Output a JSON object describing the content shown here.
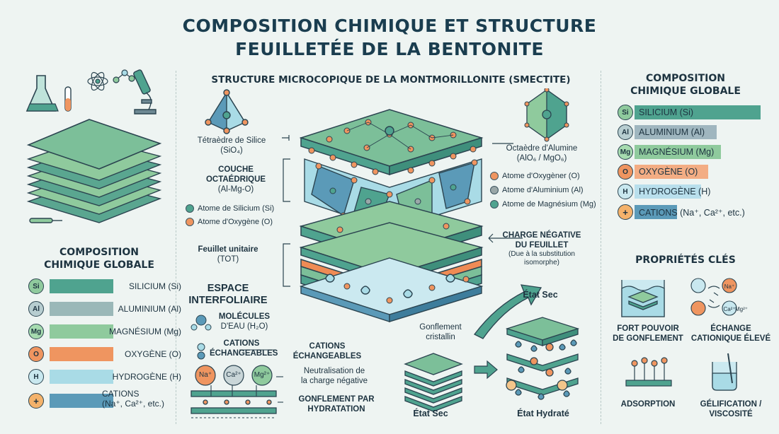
{
  "title_line1": "COMPOSITION CHIMIQUE ET STRUCTURE",
  "title_line2": "FEUILLETÉE DE LA BENTONITE",
  "center": {
    "heading": "STRUCTURE MICROCOPIQUE DE LA MONTMORILLONITE (SMECTITE)",
    "tetra_label": "Tétraèdre de Silice",
    "tetra_formula": "(SiO₄)",
    "octa_layer_1": "COUCHE",
    "octa_layer_2": "OCTAÉDRIQUE",
    "octa_layer_3": "(Al-Mg-O)",
    "leg_si": "Atome de Silicium (Si)",
    "leg_o": "Atome d'Oxygène (O)",
    "unit_1": "Feuillet unitaire",
    "unit_2": "(TOT)",
    "espace_1": "ESPACE",
    "espace_2": "INTERFOLIAIRE",
    "water_1": "MOLÉCULES",
    "water_2": "D'EAU (H₂O)",
    "cations_1": "CATIONS",
    "cations_2": "ÉCHANGEABLES",
    "cations_r1": "CATIONS",
    "cations_r2": "ÉCHANGEABLES",
    "neutral_1": "Neutralisation de",
    "neutral_2": "la charge négative",
    "gonf_1": "GONFLEMENT PAR",
    "gonf_2": "HYDRATATION",
    "ion_na": "Na⁺",
    "ion_ca": "Ca²⁺",
    "ion_mg": "Mg²⁺",
    "octa_title": "Octaèdre d'Alumine",
    "octa_formula": "(AlO₆ / MgO₆)",
    "leg_ox": "Atome d'Oxygèner (O)",
    "leg_al": "Atome d'Aluminium (Al)",
    "leg_mg": "Atome de Magnésium (Mg)",
    "charge_1": "CHARGE NÉGATIVE",
    "charge_2": "DU FEUILLET",
    "charge_3": "(Due à la substitution",
    "charge_4": "isomorphe)",
    "etat_sec_top": "État Sec",
    "gonf_crist_1": "Gonflement",
    "gonf_crist_2": "cristallin",
    "etat_sec": "État Sec",
    "etat_hydrate": "État Hydraté"
  },
  "left": {
    "heading_1": "COMPOSITION",
    "heading_2": "CHIMIQUE GLOBALE",
    "rows": [
      {
        "sym": "Si",
        "name": "SILICIUM (Si)",
        "color": "#4fa38f"
      },
      {
        "sym": "Al",
        "name": "ALUMINIUM (Al)",
        "color": "#9ab8b8"
      },
      {
        "sym": "Mg",
        "name": "MAGNÉSIUM (Mg)",
        "color": "#8fca9d"
      },
      {
        "sym": "O",
        "name": "OXYGÈNE (O)",
        "color": "#ef9560"
      },
      {
        "sym": "H",
        "name": "HYDROGÈNE (H)",
        "color": "#a9dbe6"
      },
      {
        "sym": "+",
        "name": "CATIONS",
        "name2": "(Na⁺, Ca²⁺, etc.)",
        "color": "#5b9ab8"
      }
    ]
  },
  "right": {
    "heading_1": "COMPOSITION",
    "heading_2": "CHIMIQUE GLOBALE",
    "rows": [
      {
        "sym": "Si",
        "name": "SILICIUM (Si)",
        "color": "#4fa38f"
      },
      {
        "sym": "Al",
        "name": "ALUMINIUM (Al)",
        "color": "#9fb6bf"
      },
      {
        "sym": "Mg",
        "name": "MAGNÉSIUM (Mg)",
        "color": "#8fca9d"
      },
      {
        "sym": "O",
        "name": "OXYGÈNE (O)",
        "color": "#f3ad84"
      },
      {
        "sym": "H",
        "name": "HYDROGÈNE (H)",
        "color": "#b9dfec"
      },
      {
        "sym": "+",
        "name": "CATIONS (Na⁺, Ca²⁺, etc.)",
        "color": "#5b9ab8"
      }
    ],
    "props_heading": "PROPRIÉTÉS CLÉS",
    "prop1_1": "FORT POUVOIR",
    "prop1_2": "DE GONFLEMENT",
    "prop2_1": "ÉCHANGE",
    "prop2_2": "CATIONIQUE ÉLEVÉ",
    "prop3": "ADSORPTION",
    "prop4_1": "GÉLIFICATION /",
    "prop4_2": "VISCOSITÉ",
    "ion_na": "Na⁺",
    "ion_ca": "Ca²⁺",
    "ion_mg": "Mg²⁺"
  }
}
